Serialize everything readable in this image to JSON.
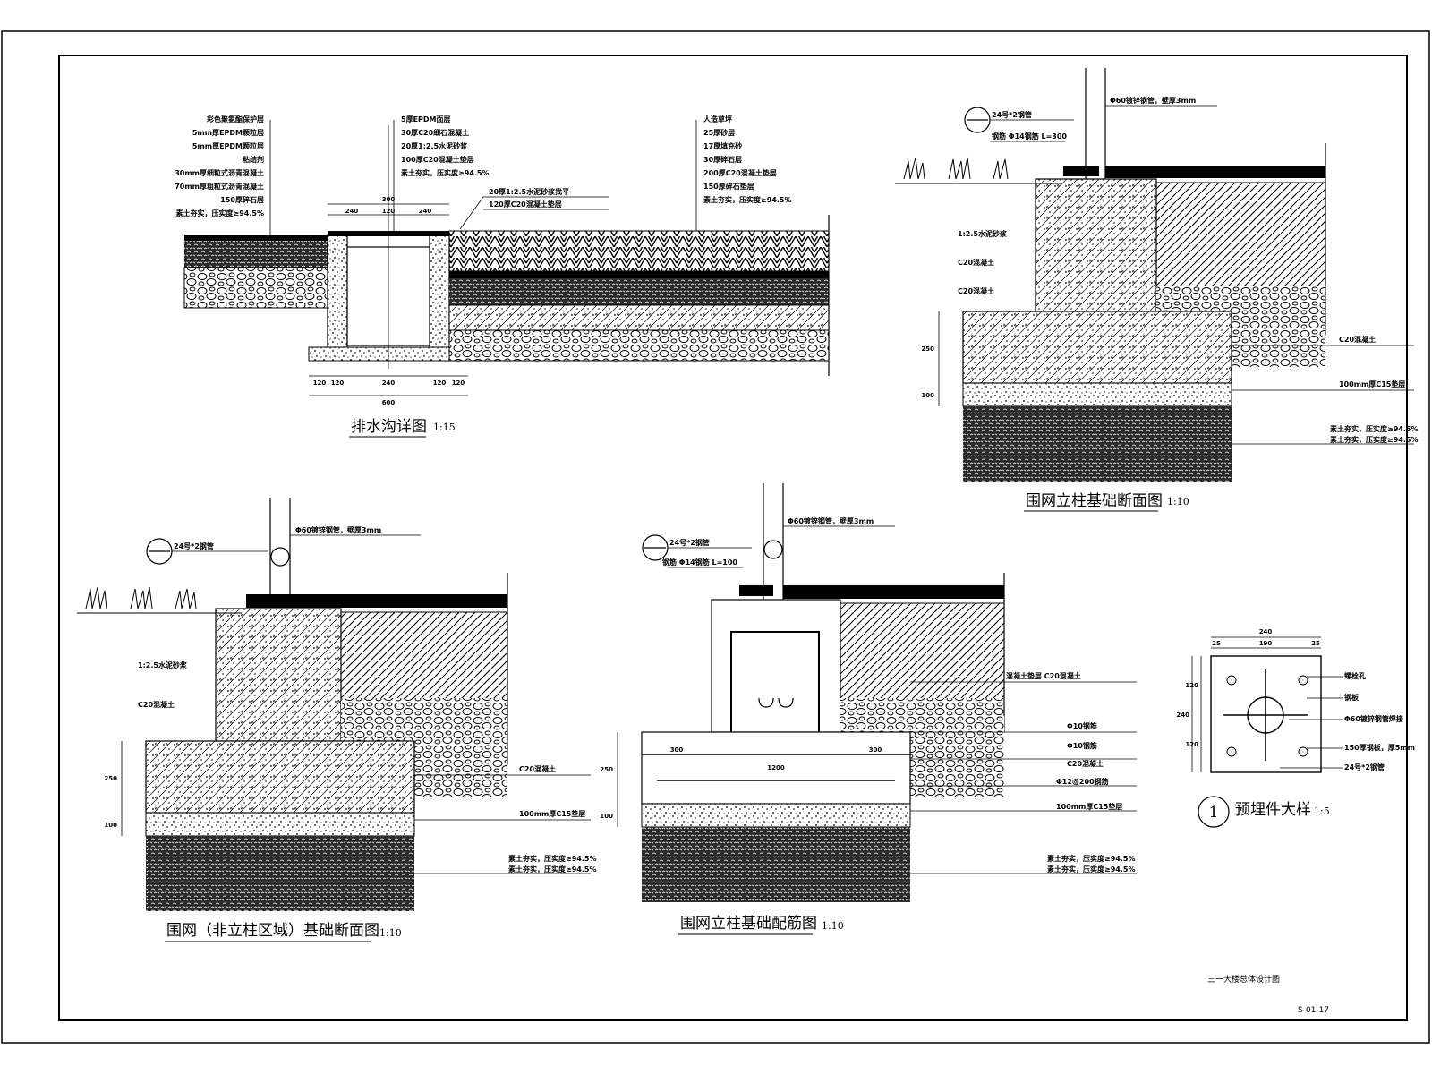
{
  "sheet": {
    "drawing_name": "三一大楼总体设计图",
    "drawing_number": "S-01-17"
  },
  "drain": {
    "title": "排水沟详图",
    "scale": "1:15",
    "labels_left": [
      "彩色聚氨酯保护层",
      "5mm厚EPDM颗粒层",
      "5mm厚EPDM颗粒层",
      "粘结剂",
      "30mm厚细粒式沥青混凝土",
      "70mm厚粗粒式沥青混凝土",
      "150厚碎石层",
      "素土夯实，压实度≥94.5%"
    ],
    "labels_mid": [
      "5厚EPDM面层",
      "30厚C20细石混凝土",
      "20厚1:2.5水泥砂浆",
      "100厚C20混凝土垫层",
      "素土夯实，压实度≥94.5%"
    ],
    "labels_right": [
      "人造草坪",
      "25厚砂层",
      "17厚填充砂",
      "30厚碎石层",
      "200厚C20混凝土垫层",
      "150厚碎石垫层",
      "素土夯实，压实度≥94.5%"
    ],
    "labels_top": [
      "20厚1:2.5水泥砂浆找平",
      "120厚C20混凝土垫层"
    ],
    "dims_top": [
      "240",
      "120",
      "240"
    ],
    "dims_top_total": "300",
    "dims_bottom": [
      "120",
      "120",
      "240",
      "120",
      "120"
    ],
    "dims_bottom_total": "600"
  },
  "post_section": {
    "title": "围网立柱基础断面图",
    "scale": "1:10",
    "labels": [
      "24号*2钢管",
      "钢筋 Φ14钢筋 L=300",
      "1:2.5水泥砂浆",
      "C20混凝土",
      "C20混凝土",
      "C20混凝土",
      "100mm厚C15垫层",
      "素土夯实，压实度≥94.5%",
      "素土夯实，压实度≥94.5%"
    ],
    "top_label": "Φ60镀锌钢管，壁厚3mm",
    "dims": [
      "250",
      "100"
    ]
  },
  "fence_section": {
    "title": "围网（非立柱区域）基础断面图",
    "scale": "1:10",
    "labels": [
      "24号*2钢管",
      "1:2.5水泥砂浆",
      "C20混凝土",
      "C20混凝土",
      "100mm厚C15垫层",
      "素土夯实，压实度≥94.5%",
      "素土夯实，压实度≥94.5%"
    ],
    "top_label": "Φ60镀锌钢管，壁厚3mm",
    "dims": [
      "250",
      "100"
    ]
  },
  "rebar": {
    "title": "围网立柱基础配筋图",
    "scale": "1:10",
    "labels": [
      "24号*2钢管",
      "钢筋 Φ14钢筋 L=100",
      "混凝土垫层 C20混凝土",
      "Φ10钢筋",
      "Φ10钢筋",
      "C20混凝土",
      "Φ12@200钢筋",
      "100mm厚C15垫层",
      "素土夯实，压实度≥94.5%",
      "素土夯实，压实度≥94.5%"
    ],
    "top_label": "Φ60镀锌钢管，壁厚3mm",
    "dims": [
      "300",
      "1200",
      "300",
      "250",
      "100"
    ]
  },
  "embed": {
    "number": "1",
    "title": "预埋件大样",
    "scale": "1:5",
    "labels": [
      "螺栓孔",
      "钢板",
      "Φ60镀锌钢管焊接",
      "150厚钢板，厚5mm",
      "24号*2钢管"
    ],
    "dims_top_total": "240",
    "dims_top": [
      "25",
      "190",
      "25"
    ],
    "dims_left_total": "240",
    "dims_left": [
      "120",
      "120"
    ]
  }
}
